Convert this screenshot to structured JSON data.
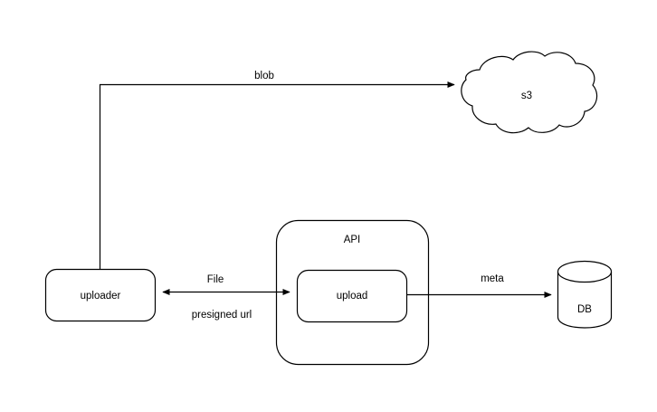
{
  "diagram": {
    "background_color": "#ffffff",
    "stroke_color": "#000000",
    "nodes": {
      "uploader": {
        "label": "uploader",
        "shape": "rounded-rectangle"
      },
      "api": {
        "label": "API",
        "shape": "rounded-rectangle-container"
      },
      "upload": {
        "label": "upload",
        "shape": "rounded-rectangle"
      },
      "s3": {
        "label": "s3",
        "shape": "cloud"
      },
      "db": {
        "label": "DB",
        "shape": "cylinder"
      }
    },
    "edges": {
      "uploader_to_s3": {
        "label": "blob"
      },
      "uploader_upload_top": {
        "label": "File"
      },
      "uploader_upload_bottom": {
        "label": "presigned url"
      },
      "upload_to_db": {
        "label": "meta"
      }
    }
  }
}
